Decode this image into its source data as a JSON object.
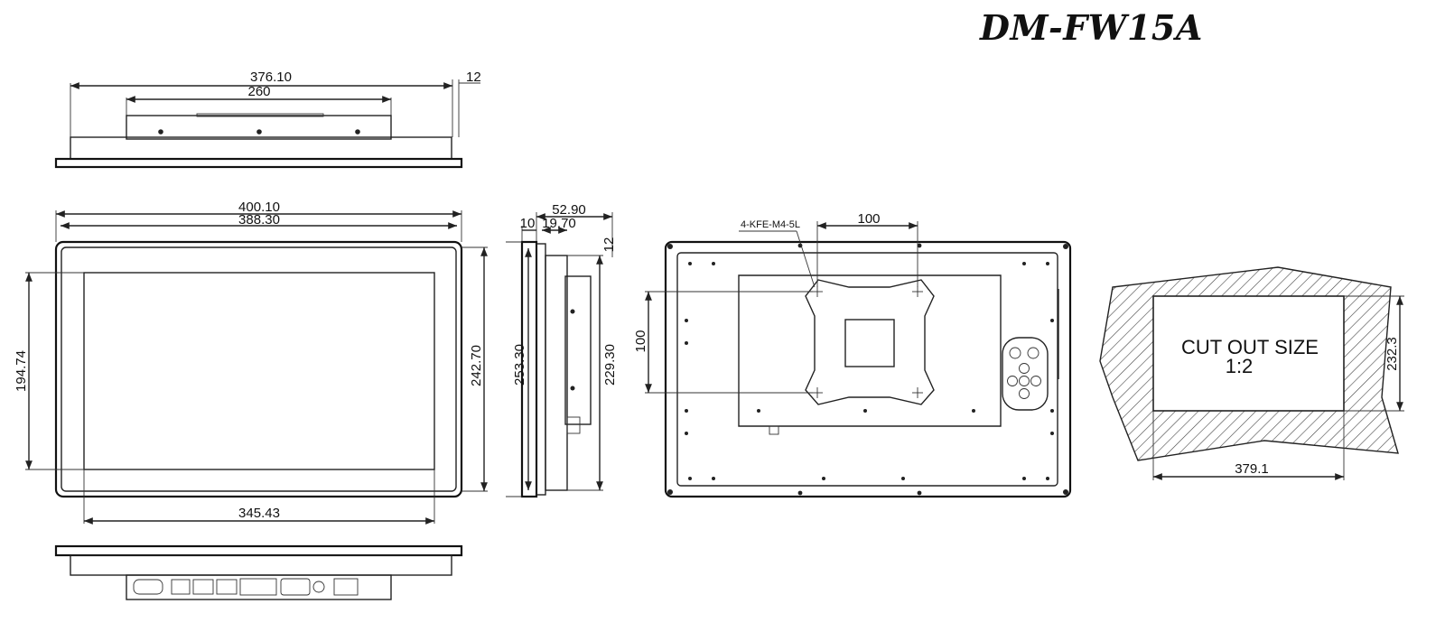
{
  "title": "DM-FW15A",
  "top_view": {
    "overall_width": "376.10",
    "bracket_width": "260",
    "bezel_thickness": "12"
  },
  "front_view": {
    "outer_width": "400.10",
    "inner_width": "388.30",
    "display_height": "194.74",
    "frame_height": "242.70",
    "display_width": "345.43"
  },
  "side_view": {
    "total_depth": "52.90",
    "bezel_depth": "10",
    "body_depth": "19.70",
    "lip": "12",
    "outer_height": "253.30",
    "inner_height": "229.30"
  },
  "rear_view": {
    "screw_label": "4-KFE-M4-5L",
    "vesa_horizontal": "100",
    "vesa_vertical": "100"
  },
  "cutout": {
    "label_line1": "CUT OUT SIZE",
    "label_line2": "1:2",
    "width": "379.1",
    "height": "232.3"
  }
}
